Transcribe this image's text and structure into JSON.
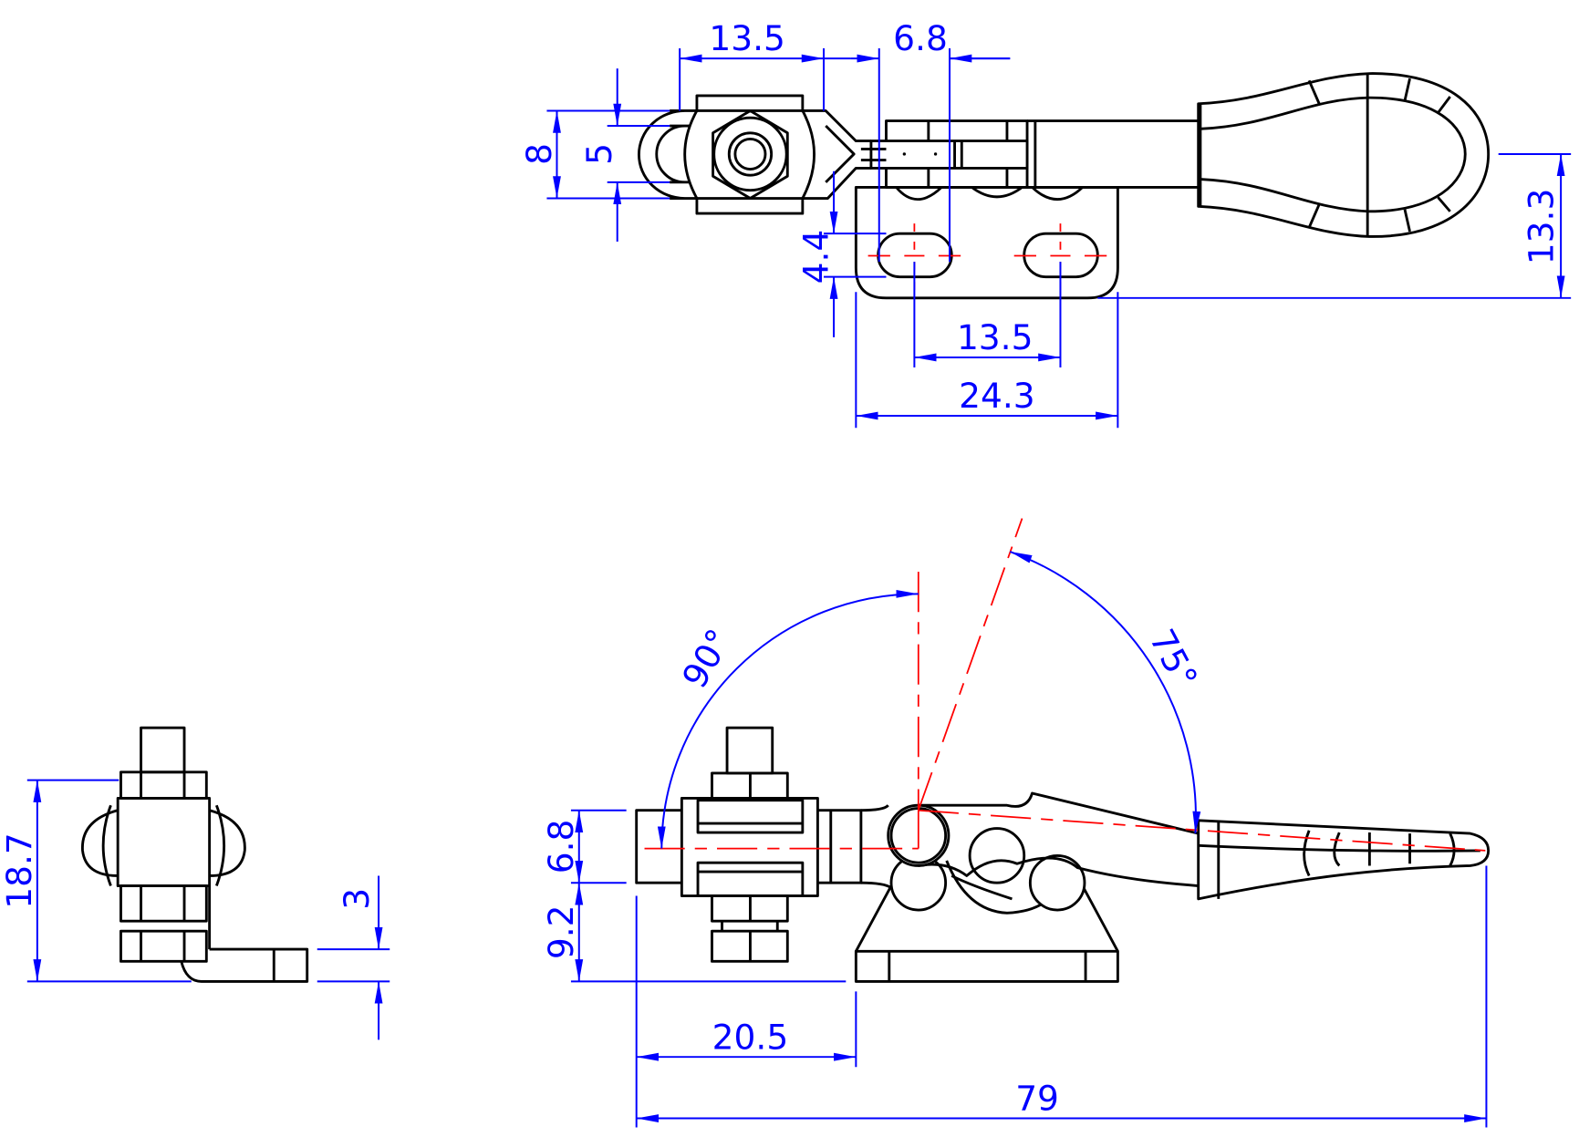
{
  "colors": {
    "dimension": "#0000ff",
    "centerline": "#ff0000",
    "outline": "#000000"
  },
  "top_view": {
    "dim_width_top": "13.5",
    "dim_spindle": "6.8",
    "dim_eye_outer": "8",
    "dim_eye_inner": "5",
    "dim_slot": "4.4",
    "dim_height": "13.3",
    "dim_hole_spacing": "13.5",
    "dim_base_width": "24.3"
  },
  "side_view": {
    "angle_open": "90°",
    "angle_handle": "75°",
    "dim_spindle_height": "6.8",
    "dim_base_height": "9.2",
    "dim_spindle_reach": "20.5",
    "dim_total_length": "79"
  },
  "end_view": {
    "dim_height": "18.7",
    "dim_base_thickness": "3"
  }
}
